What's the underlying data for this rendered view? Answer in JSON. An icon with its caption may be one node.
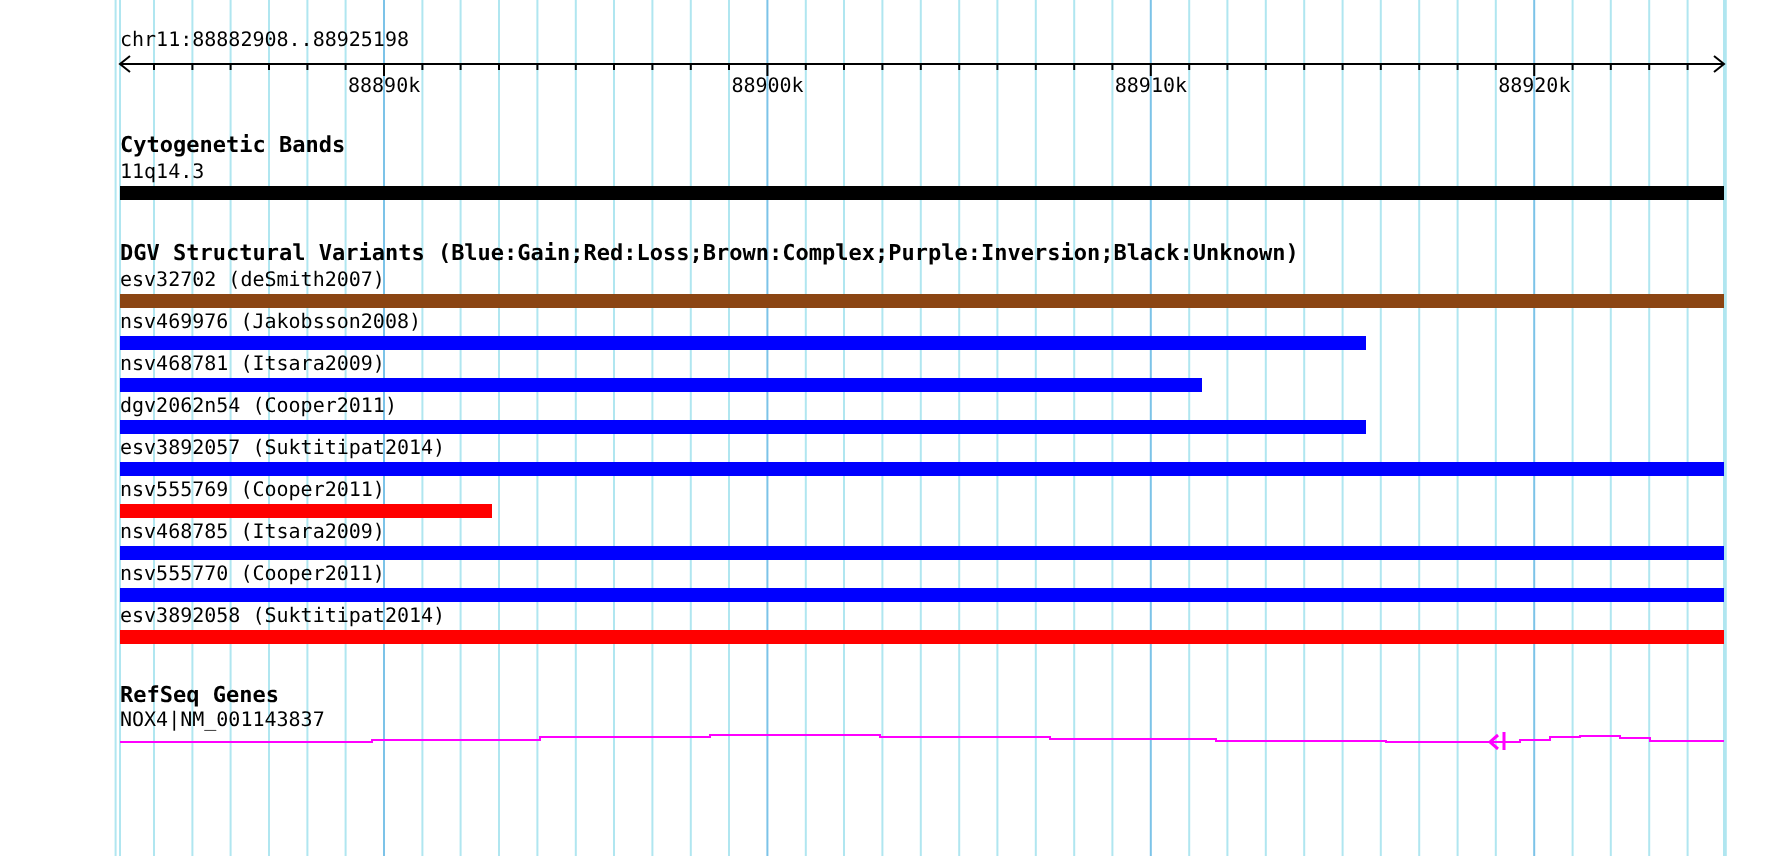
{
  "diagram": {
    "nodes": [
      {
        "text": [
          "11q14.3"
        ]
      },
      {
        "text": [
          "esv32702 (deSmith2007)"
        ]
      },
      {
        "text": [
          "nsv469976 (Jakobsson2008)"
        ]
      },
      {
        "text": [
          "nsv468781 (Itsara2009)"
        ]
      },
      {
        "text": [
          "dgv2062n54 (Cooper2011)"
        ]
      },
      {
        "text": [
          "esv3892057 (Suktitipat2014)"
        ]
      },
      {
        "text": [
          "nsv555769 (Cooper2011)"
        ]
      },
      {
        "text": [
          "nsv468785 (Itsara2009)"
        ]
      },
      {
        "text": [
          "nsv555770 (Cooper2011)"
        ]
      },
      {
        "text": [
          "esv3892058 (Suktitipat2014)"
        ]
      },
      {
        "text": [
          "NOX4|NM_001143837"
        ]
      }
    ],
    "labels": [
      "chr11:88882908..88925198",
      "88890k",
      "88900k",
      "88910k",
      "88920k",
      "Cytogenetic Bands",
      "DGV Structural Variants (Blue:Gain;Red:Loss;Brown:Complex;Purple:Inversion;Black:Unknown)",
      "RefSeq Genes"
    ]
  }
}
